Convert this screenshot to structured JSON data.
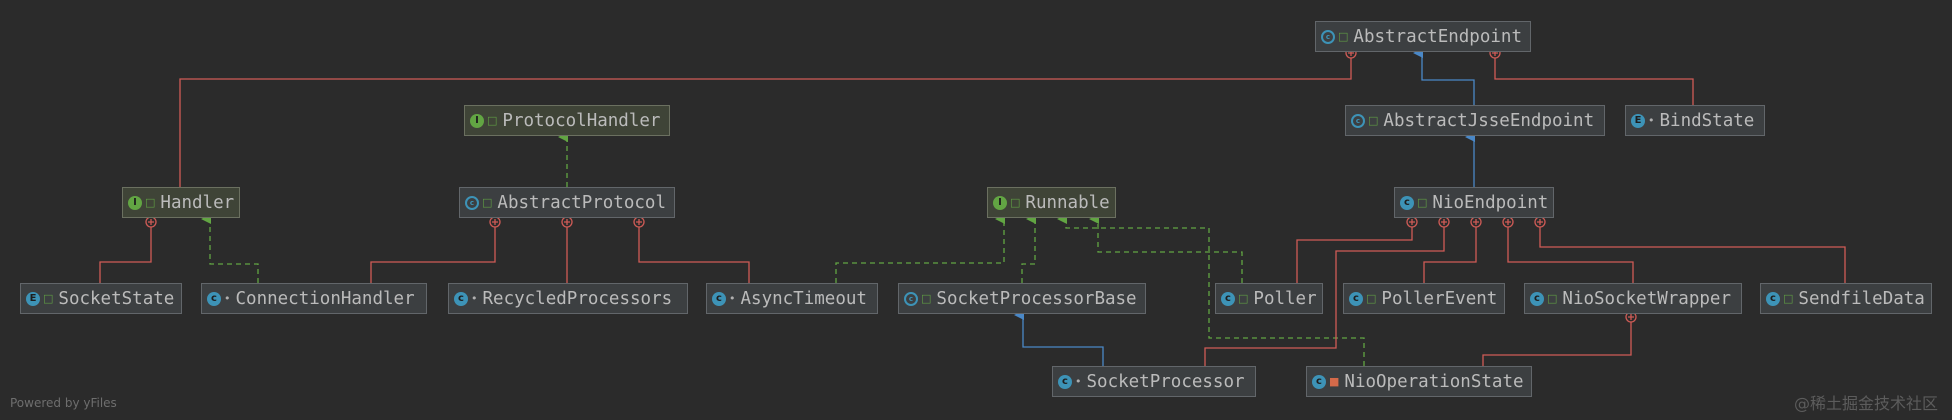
{
  "nodes": [
    {
      "id": "abstract-endpoint",
      "label": "AbstractEndpoint",
      "kind": "abstract-class",
      "visibility": "public"
    },
    {
      "id": "abstract-jsse-endpoint",
      "label": "AbstractJsseEndpoint",
      "kind": "abstract-class",
      "visibility": "public"
    },
    {
      "id": "bind-state",
      "label": "BindState",
      "kind": "enum",
      "visibility": "package"
    },
    {
      "id": "protocol-handler",
      "label": "ProtocolHandler",
      "kind": "interface",
      "visibility": "public"
    },
    {
      "id": "handler",
      "label": "Handler",
      "kind": "interface",
      "visibility": "public"
    },
    {
      "id": "abstract-protocol",
      "label": "AbstractProtocol",
      "kind": "abstract-class",
      "visibility": "public"
    },
    {
      "id": "runnable",
      "label": "Runnable",
      "kind": "interface",
      "visibility": "public"
    },
    {
      "id": "nio-endpoint",
      "label": "NioEndpoint",
      "kind": "class",
      "visibility": "public"
    },
    {
      "id": "socket-state",
      "label": "SocketState",
      "kind": "enum",
      "visibility": "public"
    },
    {
      "id": "connection-handler",
      "label": "ConnectionHandler",
      "kind": "class",
      "visibility": "package"
    },
    {
      "id": "recycled-processors",
      "label": "RecycledProcessors",
      "kind": "class",
      "visibility": "package"
    },
    {
      "id": "async-timeout",
      "label": "AsyncTimeout",
      "kind": "class",
      "visibility": "package"
    },
    {
      "id": "socket-processor-base",
      "label": "SocketProcessorBase",
      "kind": "abstract-class",
      "visibility": "public"
    },
    {
      "id": "poller",
      "label": "Poller",
      "kind": "class",
      "visibility": "public"
    },
    {
      "id": "poller-event",
      "label": "PollerEvent",
      "kind": "class",
      "visibility": "public"
    },
    {
      "id": "nio-socket-wrapper",
      "label": "NioSocketWrapper",
      "kind": "class",
      "visibility": "public"
    },
    {
      "id": "sendfile-data",
      "label": "SendfileData",
      "kind": "class",
      "visibility": "public"
    },
    {
      "id": "socket-processor",
      "label": "SocketProcessor",
      "kind": "class",
      "visibility": "package"
    },
    {
      "id": "nio-operation-state",
      "label": "NioOperationState",
      "kind": "class",
      "visibility": "private"
    }
  ],
  "edges": [
    {
      "from": "abstract-jsse-endpoint",
      "to": "abstract-endpoint",
      "type": "extends"
    },
    {
      "from": "nio-endpoint",
      "to": "abstract-jsse-endpoint",
      "type": "extends"
    },
    {
      "from": "socket-processor",
      "to": "socket-processor-base",
      "type": "extends"
    },
    {
      "from": "abstract-protocol",
      "to": "protocol-handler",
      "type": "implements"
    },
    {
      "from": "connection-handler",
      "to": "handler",
      "type": "implements"
    },
    {
      "from": "async-timeout",
      "to": "runnable",
      "type": "implements"
    },
    {
      "from": "socket-processor-base",
      "to": "runnable",
      "type": "implements"
    },
    {
      "from": "nio-operation-state",
      "to": "runnable",
      "type": "implements"
    },
    {
      "from": "poller",
      "to": "runnable",
      "type": "implements"
    },
    {
      "from": "handler",
      "to": "abstract-endpoint",
      "type": "inner"
    },
    {
      "from": "bind-state",
      "to": "abstract-endpoint",
      "type": "inner"
    },
    {
      "from": "socket-state",
      "to": "handler",
      "type": "inner"
    },
    {
      "from": "connection-handler",
      "to": "abstract-protocol",
      "type": "inner"
    },
    {
      "from": "recycled-processors",
      "to": "abstract-protocol",
      "type": "inner"
    },
    {
      "from": "async-timeout",
      "to": "abstract-protocol",
      "type": "inner"
    },
    {
      "from": "poller",
      "to": "nio-endpoint",
      "type": "inner"
    },
    {
      "from": "socket-processor",
      "to": "nio-endpoint",
      "type": "inner"
    },
    {
      "from": "poller-event",
      "to": "nio-endpoint",
      "type": "inner"
    },
    {
      "from": "nio-socket-wrapper",
      "to": "nio-endpoint",
      "type": "inner"
    },
    {
      "from": "sendfile-data",
      "to": "nio-endpoint",
      "type": "inner"
    },
    {
      "from": "nio-operation-state",
      "to": "nio-socket-wrapper",
      "type": "inner"
    }
  ],
  "colors": {
    "background": "#2b2b2b",
    "extends": "#4a88c7",
    "implements": "#62a543",
    "inner": "#cf5b56"
  },
  "icons": {
    "class": "class-icon",
    "abstract-class": "abstract-class-icon",
    "interface": "interface-icon",
    "enum": "enum-icon"
  },
  "footer": {
    "credit": "Powered by yFiles",
    "watermark": "@稀土掘金技术社区"
  }
}
